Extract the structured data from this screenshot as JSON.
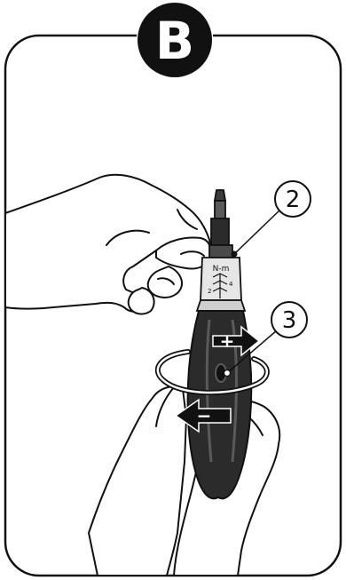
{
  "step_label": "B",
  "callouts": [
    {
      "number": "2"
    },
    {
      "number": "3"
    }
  ],
  "scale_unit": "N-m",
  "scale_marks": [
    "2",
    "4"
  ],
  "rotation_signs": {
    "plus": "+",
    "minus": "−"
  },
  "colors": {
    "line": "#111111",
    "handle": "#2b2b2b",
    "handle_light": "#5a5a5a",
    "badge": "#111111",
    "badge_text": "#ffffff",
    "background": "#ffffff"
  }
}
